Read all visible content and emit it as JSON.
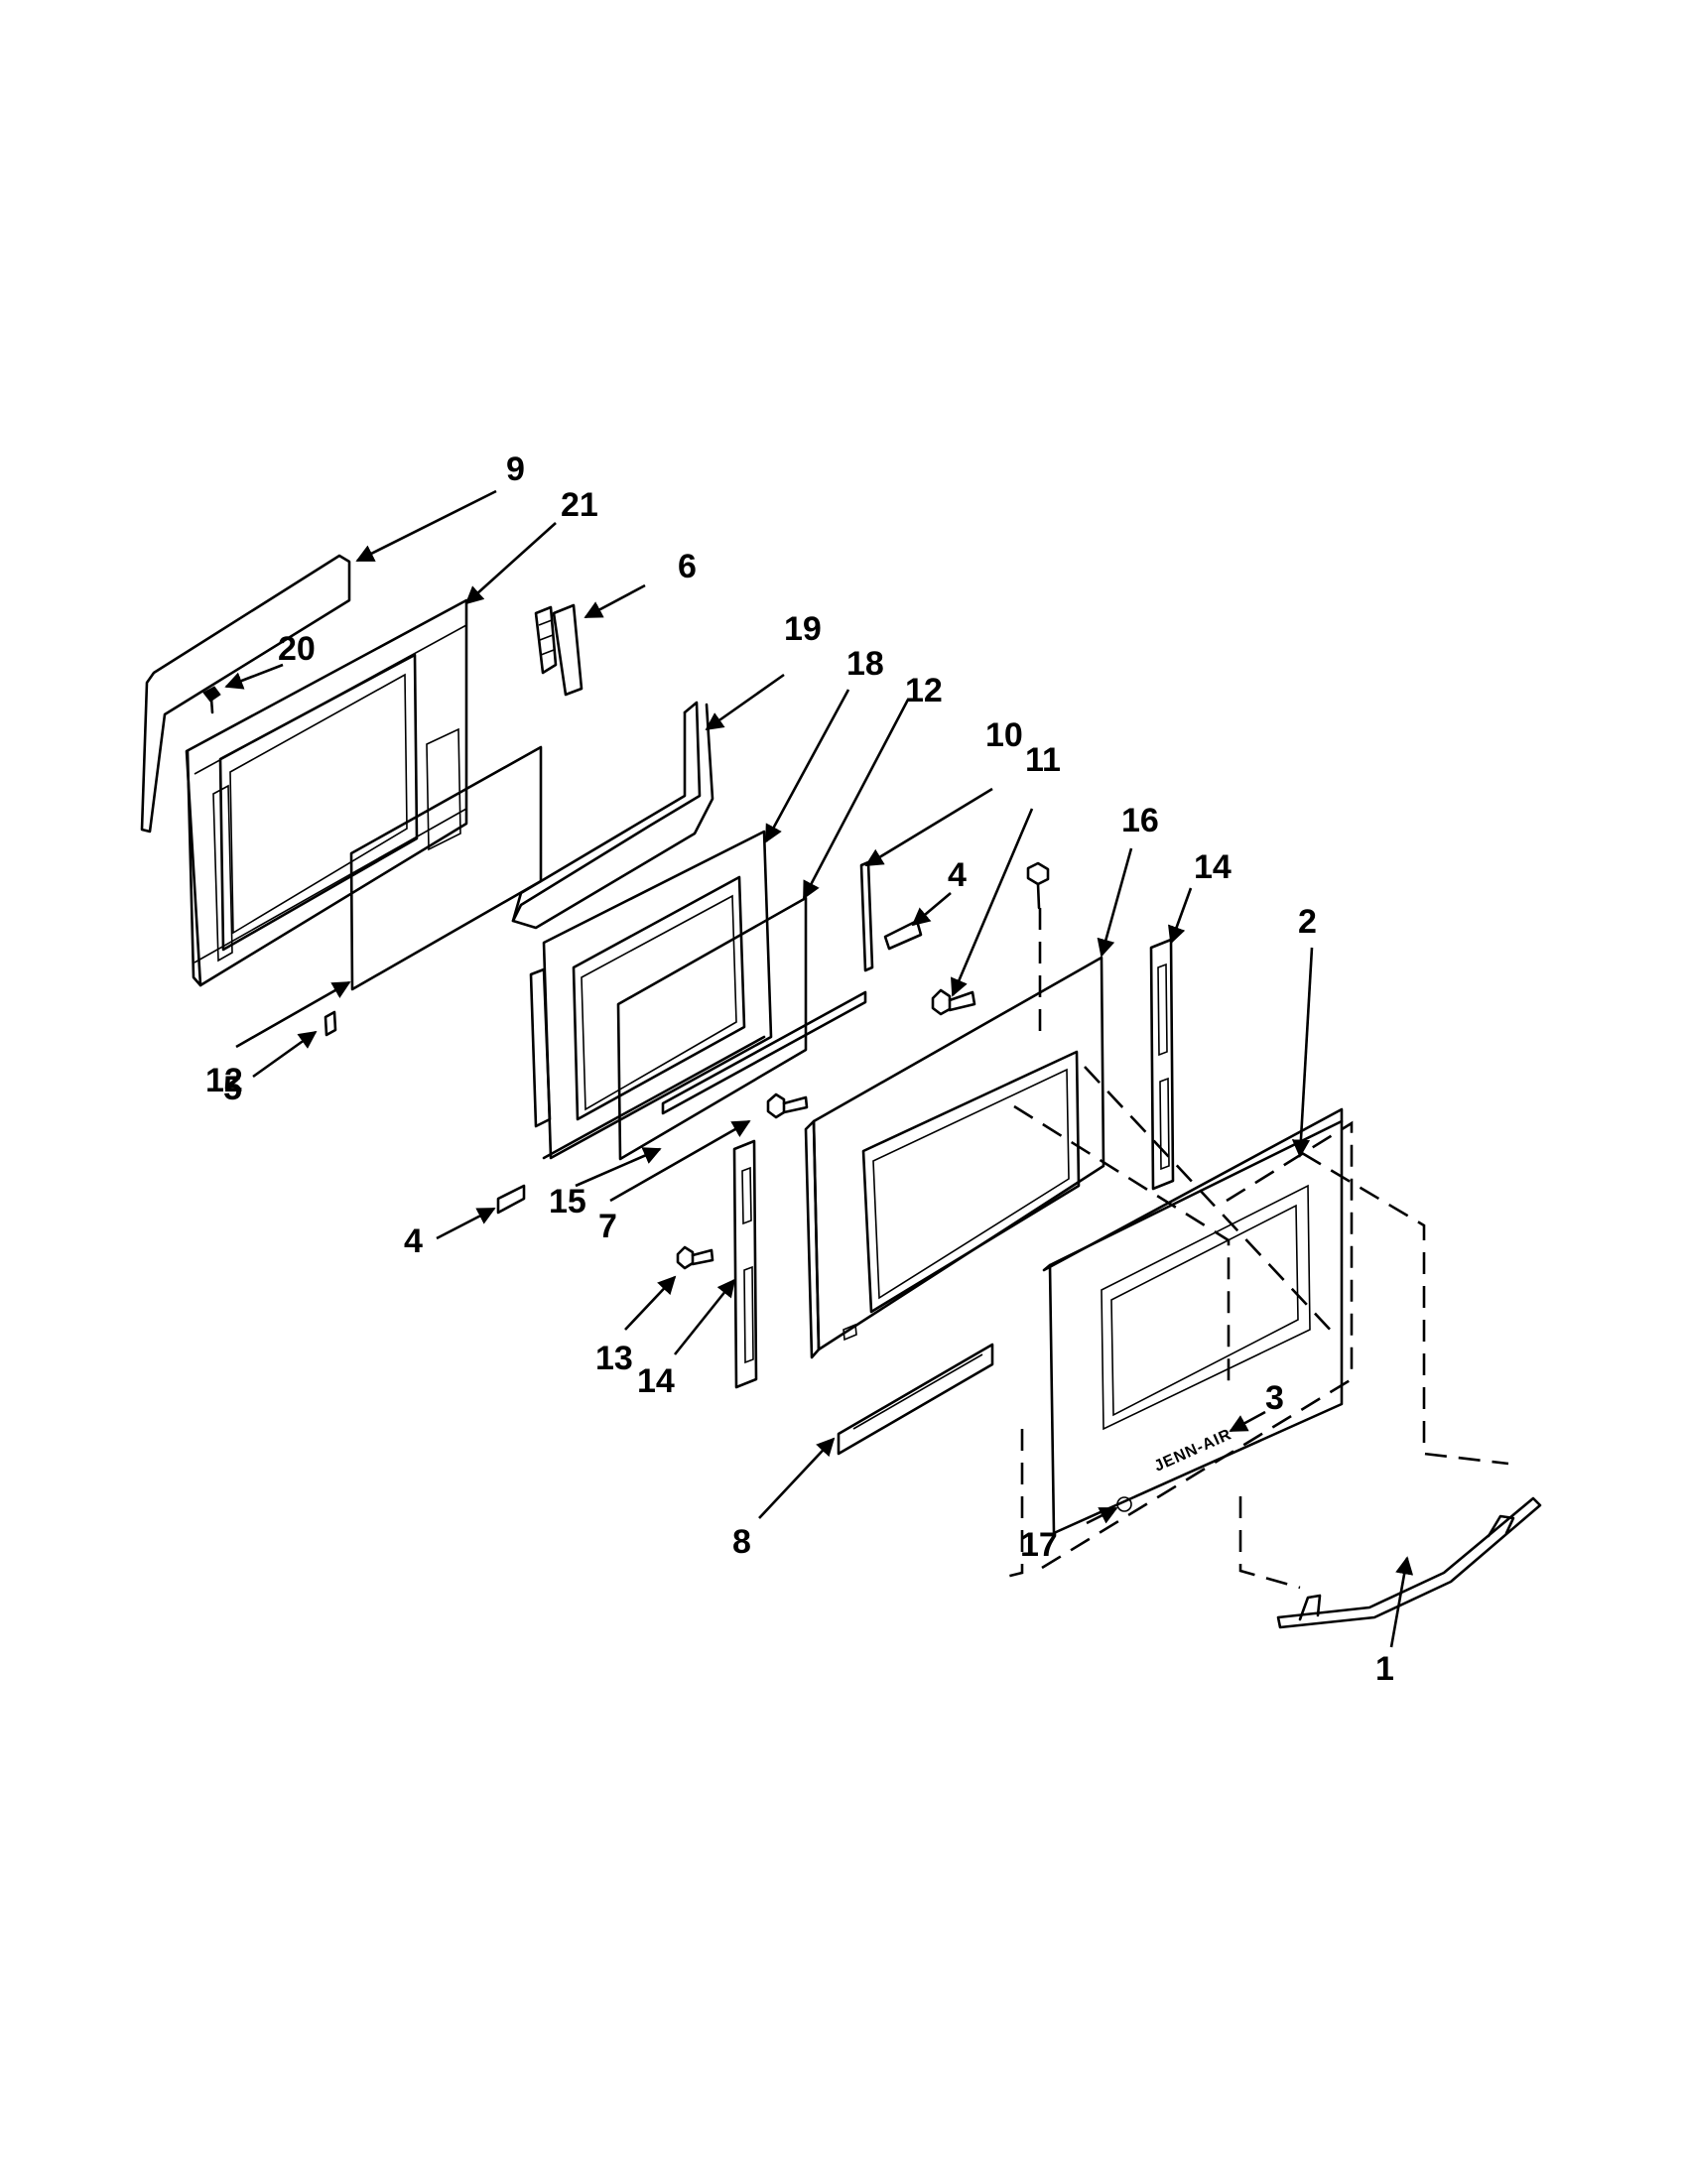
{
  "callouts": {
    "c1": "1",
    "c2": "2",
    "c3": "3",
    "c4a": "4",
    "c4b": "4",
    "c5": "5",
    "c6": "6",
    "c7": "7",
    "c8": "8",
    "c9": "9",
    "c10": "10",
    "c11": "11",
    "c12a": "12",
    "c12b": "12",
    "c13": "13",
    "c14a": "14",
    "c14b": "14",
    "c15": "15",
    "c16": "16",
    "c17": "17",
    "c18": "18",
    "c19": "19",
    "c20": "20",
    "c21": "21"
  },
  "logo_text": "JENN-AIR"
}
